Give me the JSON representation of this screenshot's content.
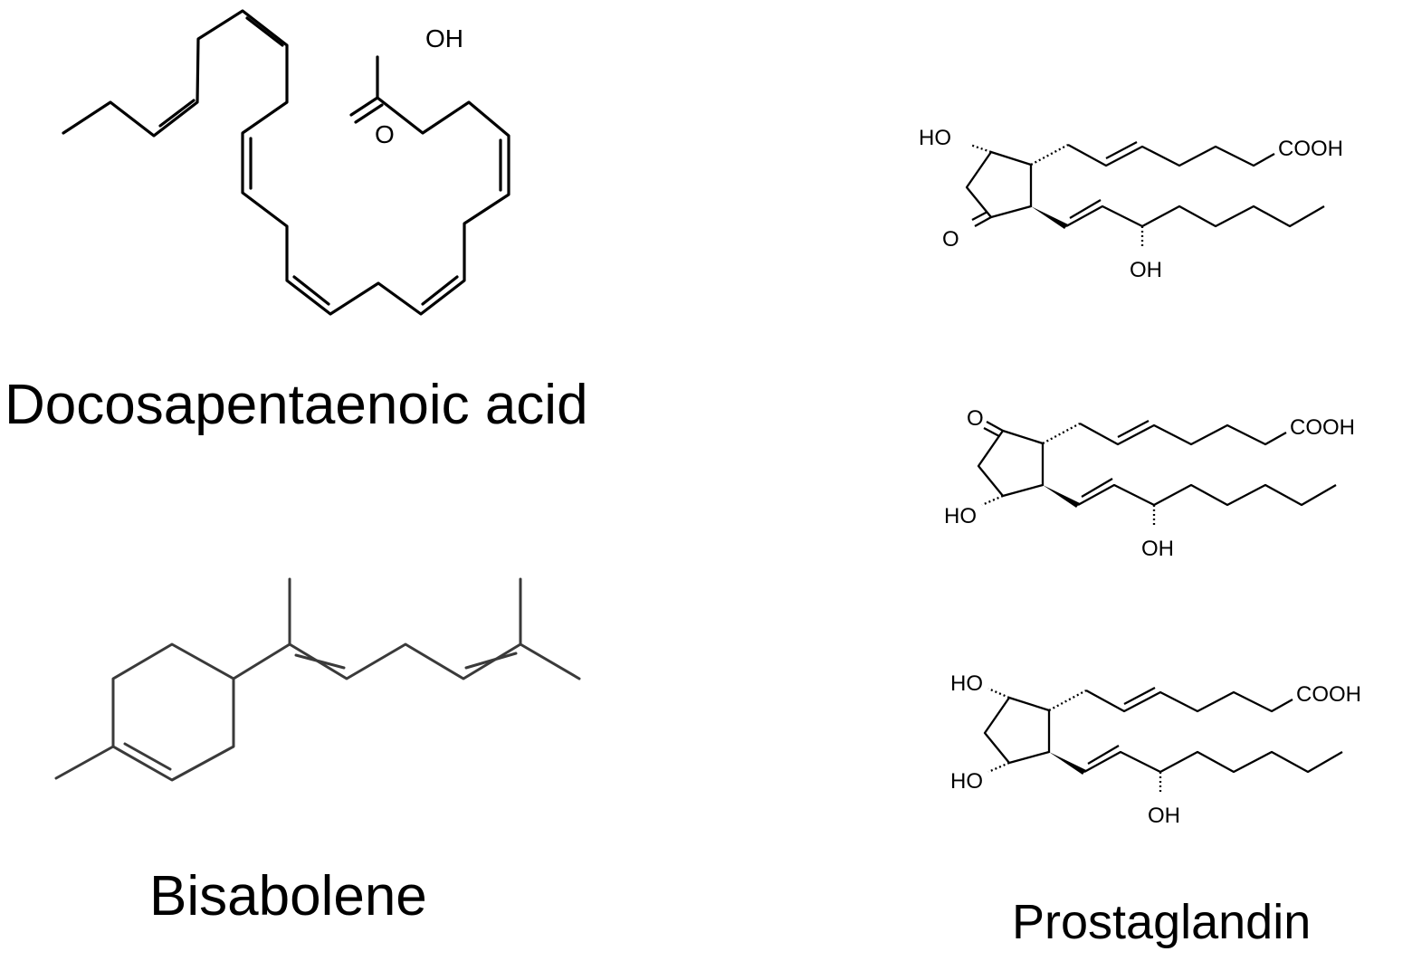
{
  "molecules": {
    "dpa": {
      "name": "Docosapentaenoic acid",
      "oh": "OH",
      "o": "O"
    },
    "bisabolene": {
      "name": "Bisabolene"
    },
    "prostaglandin": {
      "name": "Prostaglandin",
      "structures": [
        {
          "ho": "HO",
          "o": "O",
          "cooh": "COOH",
          "oh": "OH"
        },
        {
          "ho": "HO",
          "o": "O",
          "cooh": "COOH",
          "oh": "OH"
        },
        {
          "ho_top": "HO",
          "ho_bottom": "HO",
          "cooh": "COOH",
          "oh": "OH"
        }
      ]
    }
  }
}
